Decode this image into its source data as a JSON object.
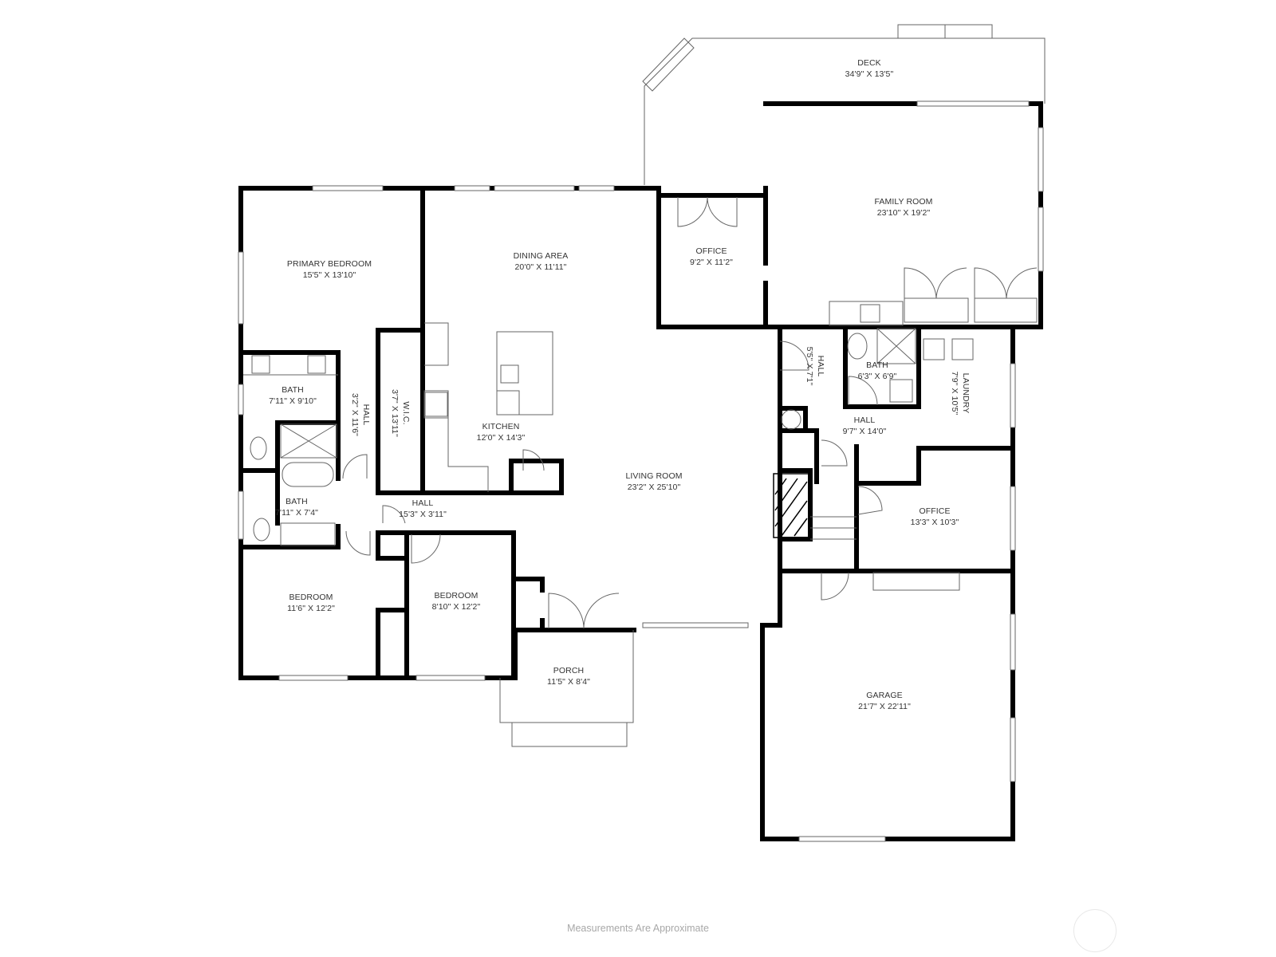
{
  "floorplan": {
    "rooms": [
      {
        "id": "deck",
        "name": "DECK",
        "dims": "34'9\" X 13'5\""
      },
      {
        "id": "family-room",
        "name": "FAMILY ROOM",
        "dims": "23'10\" X 19'2\""
      },
      {
        "id": "office-north",
        "name": "OFFICE",
        "dims": "9'2\" X 11'2\""
      },
      {
        "id": "dining-area",
        "name": "DINING AREA",
        "dims": "20'0\" X 11'11\""
      },
      {
        "id": "primary-bedroom",
        "name": "PRIMARY BEDROOM",
        "dims": "15'5\" X 13'10\""
      },
      {
        "id": "primary-bath",
        "name": "BATH",
        "dims": "7'11\" X 9'10\""
      },
      {
        "id": "hall-primary",
        "name": "HALL",
        "dims": "3'2\" X 11'6\""
      },
      {
        "id": "wic",
        "name": "W.I.C.",
        "dims": "3'7\" X 13'11\""
      },
      {
        "id": "kitchen",
        "name": "KITCHEN",
        "dims": "12'0\" X 14'3\""
      },
      {
        "id": "living-room",
        "name": "LIVING ROOM",
        "dims": "23'2\" X 25'10\""
      },
      {
        "id": "bath-2",
        "name": "BATH",
        "dims": "7'11\" X 7'4\""
      },
      {
        "id": "hall-main",
        "name": "HALL",
        "dims": "15'3\" X 3'11\""
      },
      {
        "id": "bedroom-1",
        "name": "BEDROOM",
        "dims": "11'6\" X 12'2\""
      },
      {
        "id": "bedroom-2",
        "name": "BEDROOM",
        "dims": "8'10\" X 12'2\""
      },
      {
        "id": "porch",
        "name": "PORCH",
        "dims": "11'5\" X 8'4\""
      },
      {
        "id": "hall-east-small",
        "name": "HALL",
        "dims": "5'5\" X 7'1\""
      },
      {
        "id": "bath-3",
        "name": "BATH",
        "dims": "6'3\" X 6'9\""
      },
      {
        "id": "laundry",
        "name": "LAUNDRY",
        "dims": "7'9\" X 10'5\""
      },
      {
        "id": "hall-east",
        "name": "HALL",
        "dims": "9'7\" X 14'0\""
      },
      {
        "id": "office-east",
        "name": "OFFICE",
        "dims": "13'3\" X 10'3\""
      },
      {
        "id": "garage",
        "name": "GARAGE",
        "dims": "21'7\" X 22'11\""
      }
    ],
    "footer_note": "Measurements Are Approximate",
    "colors": {
      "wall": "#000000",
      "line": "#555555",
      "label": "#333333",
      "note": "#a8a8a8"
    }
  }
}
